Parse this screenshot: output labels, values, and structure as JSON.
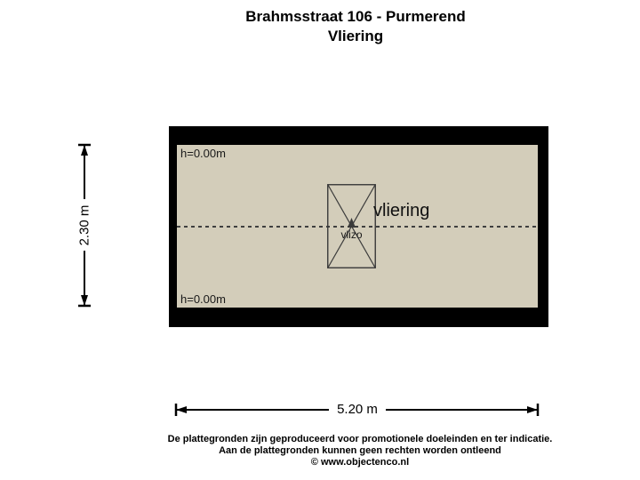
{
  "header": {
    "title": "Brahmsstraat 106 - Purmerend",
    "subtitle": "Vliering"
  },
  "floorplan": {
    "room_label": "vliering",
    "hatch_label": "vlizo",
    "height_marker_top": "h=0.00m",
    "height_marker_bottom": "h=0.00m"
  },
  "dimensions": {
    "vertical": "2.30 m",
    "horizontal": "5.20 m"
  },
  "footer": {
    "line1": "De plattegronden zijn geproduceerd voor promotionele doeleinden en ter indicatie.",
    "line2": "Aan de plattegronden kunnen geen rechten worden ontleend",
    "line3": "© www.objectenco.nl"
  },
  "colors": {
    "wall": "#000000",
    "floor": "#d3cdba",
    "line": "#3a3a3a",
    "dimension": "#000000",
    "background": "#ffffff"
  }
}
